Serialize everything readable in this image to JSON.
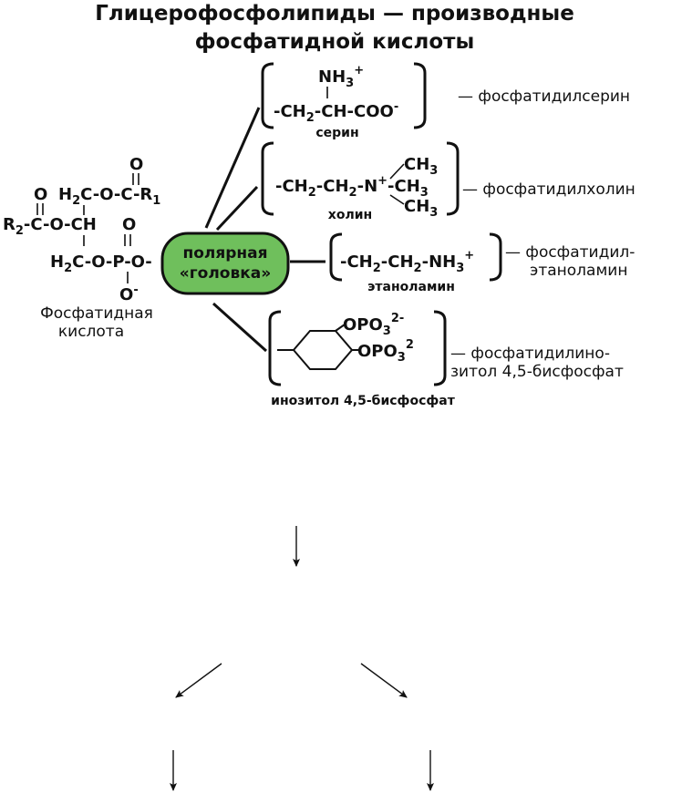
{
  "title": {
    "line1": "Глицерофосфолипиды — производные",
    "line2": "фосфатидной кислоты"
  },
  "phosphatidic_acid": {
    "o_top": "O",
    "chain_top": "H2C-O-C-R1",
    "o_left": "O",
    "chain_mid": "R2-C-O-CH",
    "o_phos": "O",
    "chain_bottom": "H2C-O-P-O-",
    "o_minus": "O-",
    "label_line1": "Фосфатидная",
    "label_line2": "кислота"
  },
  "head_group": {
    "label_line1": "полярная",
    "label_line2": "«головка»",
    "color": "#6fbf5c"
  },
  "serine": {
    "nh3": "NH3+",
    "formula": "-CH2-CH-COO-",
    "name": "серин",
    "product": "— фосфатидилсерин"
  },
  "choline": {
    "ch3_top": "CH3",
    "formula": "-CH2-CH2-N+-CH3",
    "ch3_bottom": "CH3",
    "name": "холин",
    "product": "— фосфатидилхолин"
  },
  "ethanolamine": {
    "formula": "-CH2-CH2-NH3+",
    "name": "этаноламин",
    "product_line1": "— фосфатидил-",
    "product_line2": "этаноламин"
  },
  "inositol": {
    "opo3_top": "OPO32-",
    "opo3_bottom": "OPO32",
    "name": "инозитол 4,5-бисфосфат",
    "product_line1": "— фосфатидилино-",
    "product_line2": "зитол 4,5-бисфосфат"
  },
  "arrows": [
    "down-arrow",
    "down-left-arrow",
    "down-right-arrow",
    "down-arrow-left",
    "down-arrow-right"
  ]
}
